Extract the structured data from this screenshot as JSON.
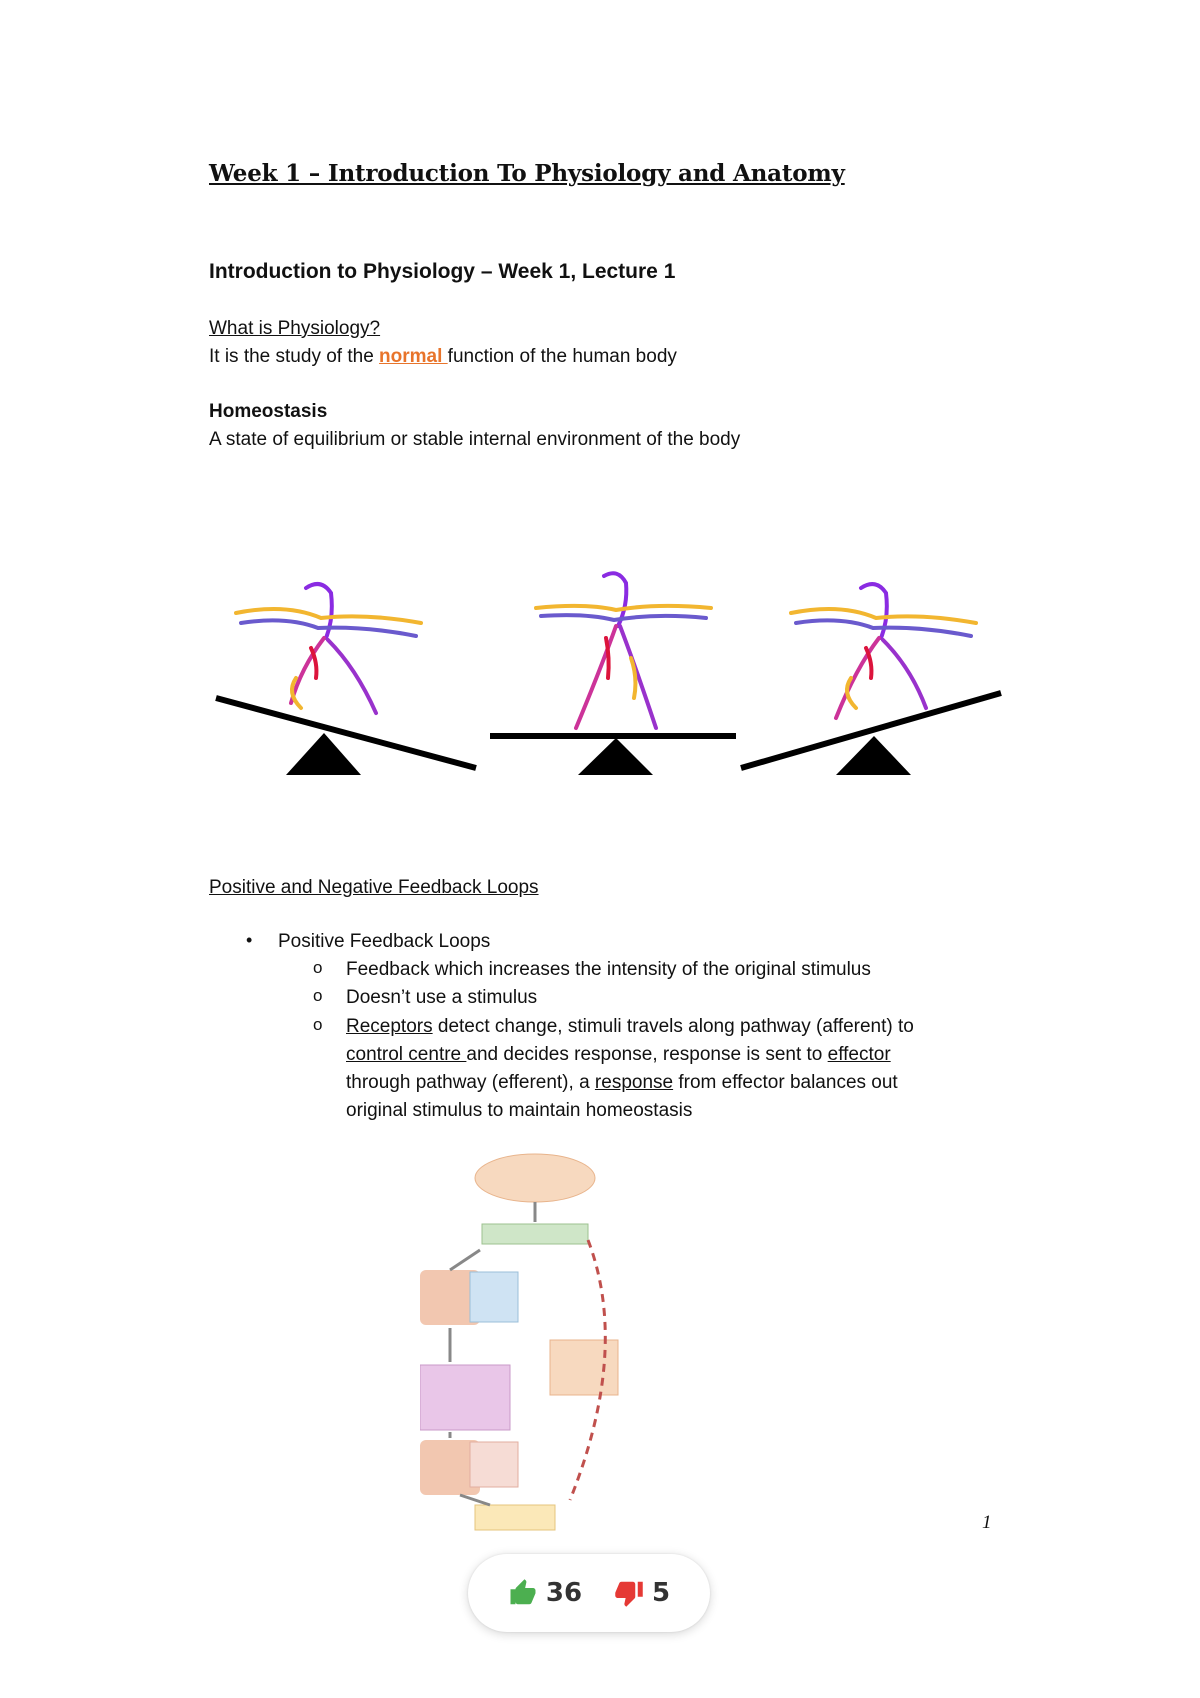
{
  "document": {
    "title": "Week 1 – Introduction To Physiology and Anatomy",
    "lecture_heading": "Introduction to Physiology – Week 1, Lecture 1",
    "physiology": {
      "question": "What is Physiology?",
      "answer_before": "It is the study of the ",
      "answer_highlight": "normal ",
      "answer_after": "function of the human body"
    },
    "homeostasis": {
      "heading": "Homeostasis",
      "definition": "A state of equilibrium or stable internal environment of the body"
    },
    "feedback": {
      "heading": "Positive and Negative Feedback Loops",
      "bullet": "Positive Feedback Loops",
      "sub1": "Feedback which increases the intensity of the original stimulus",
      "sub2": "Doesn’t use a stimulus",
      "sub3": {
        "receptors": "Receptors",
        "t1": " detect change, stimuli travels along pathway (afferent) to",
        "control_centre": "control centre ",
        "t2": "and decides response, response is sent to ",
        "effector": "effector",
        "t3": "through pathway (efferent), a ",
        "response": "response",
        "t4": " from effector balances out",
        "t5": "original stimulus to maintain homeostasis"
      }
    },
    "page_number": "1"
  },
  "votes": {
    "up_count": "36",
    "down_count": "5",
    "up_icon": "thumbs-up-icon",
    "down_icon": "thumbs-down-icon",
    "up_color": "#4caf50",
    "down_color": "#e53935"
  }
}
